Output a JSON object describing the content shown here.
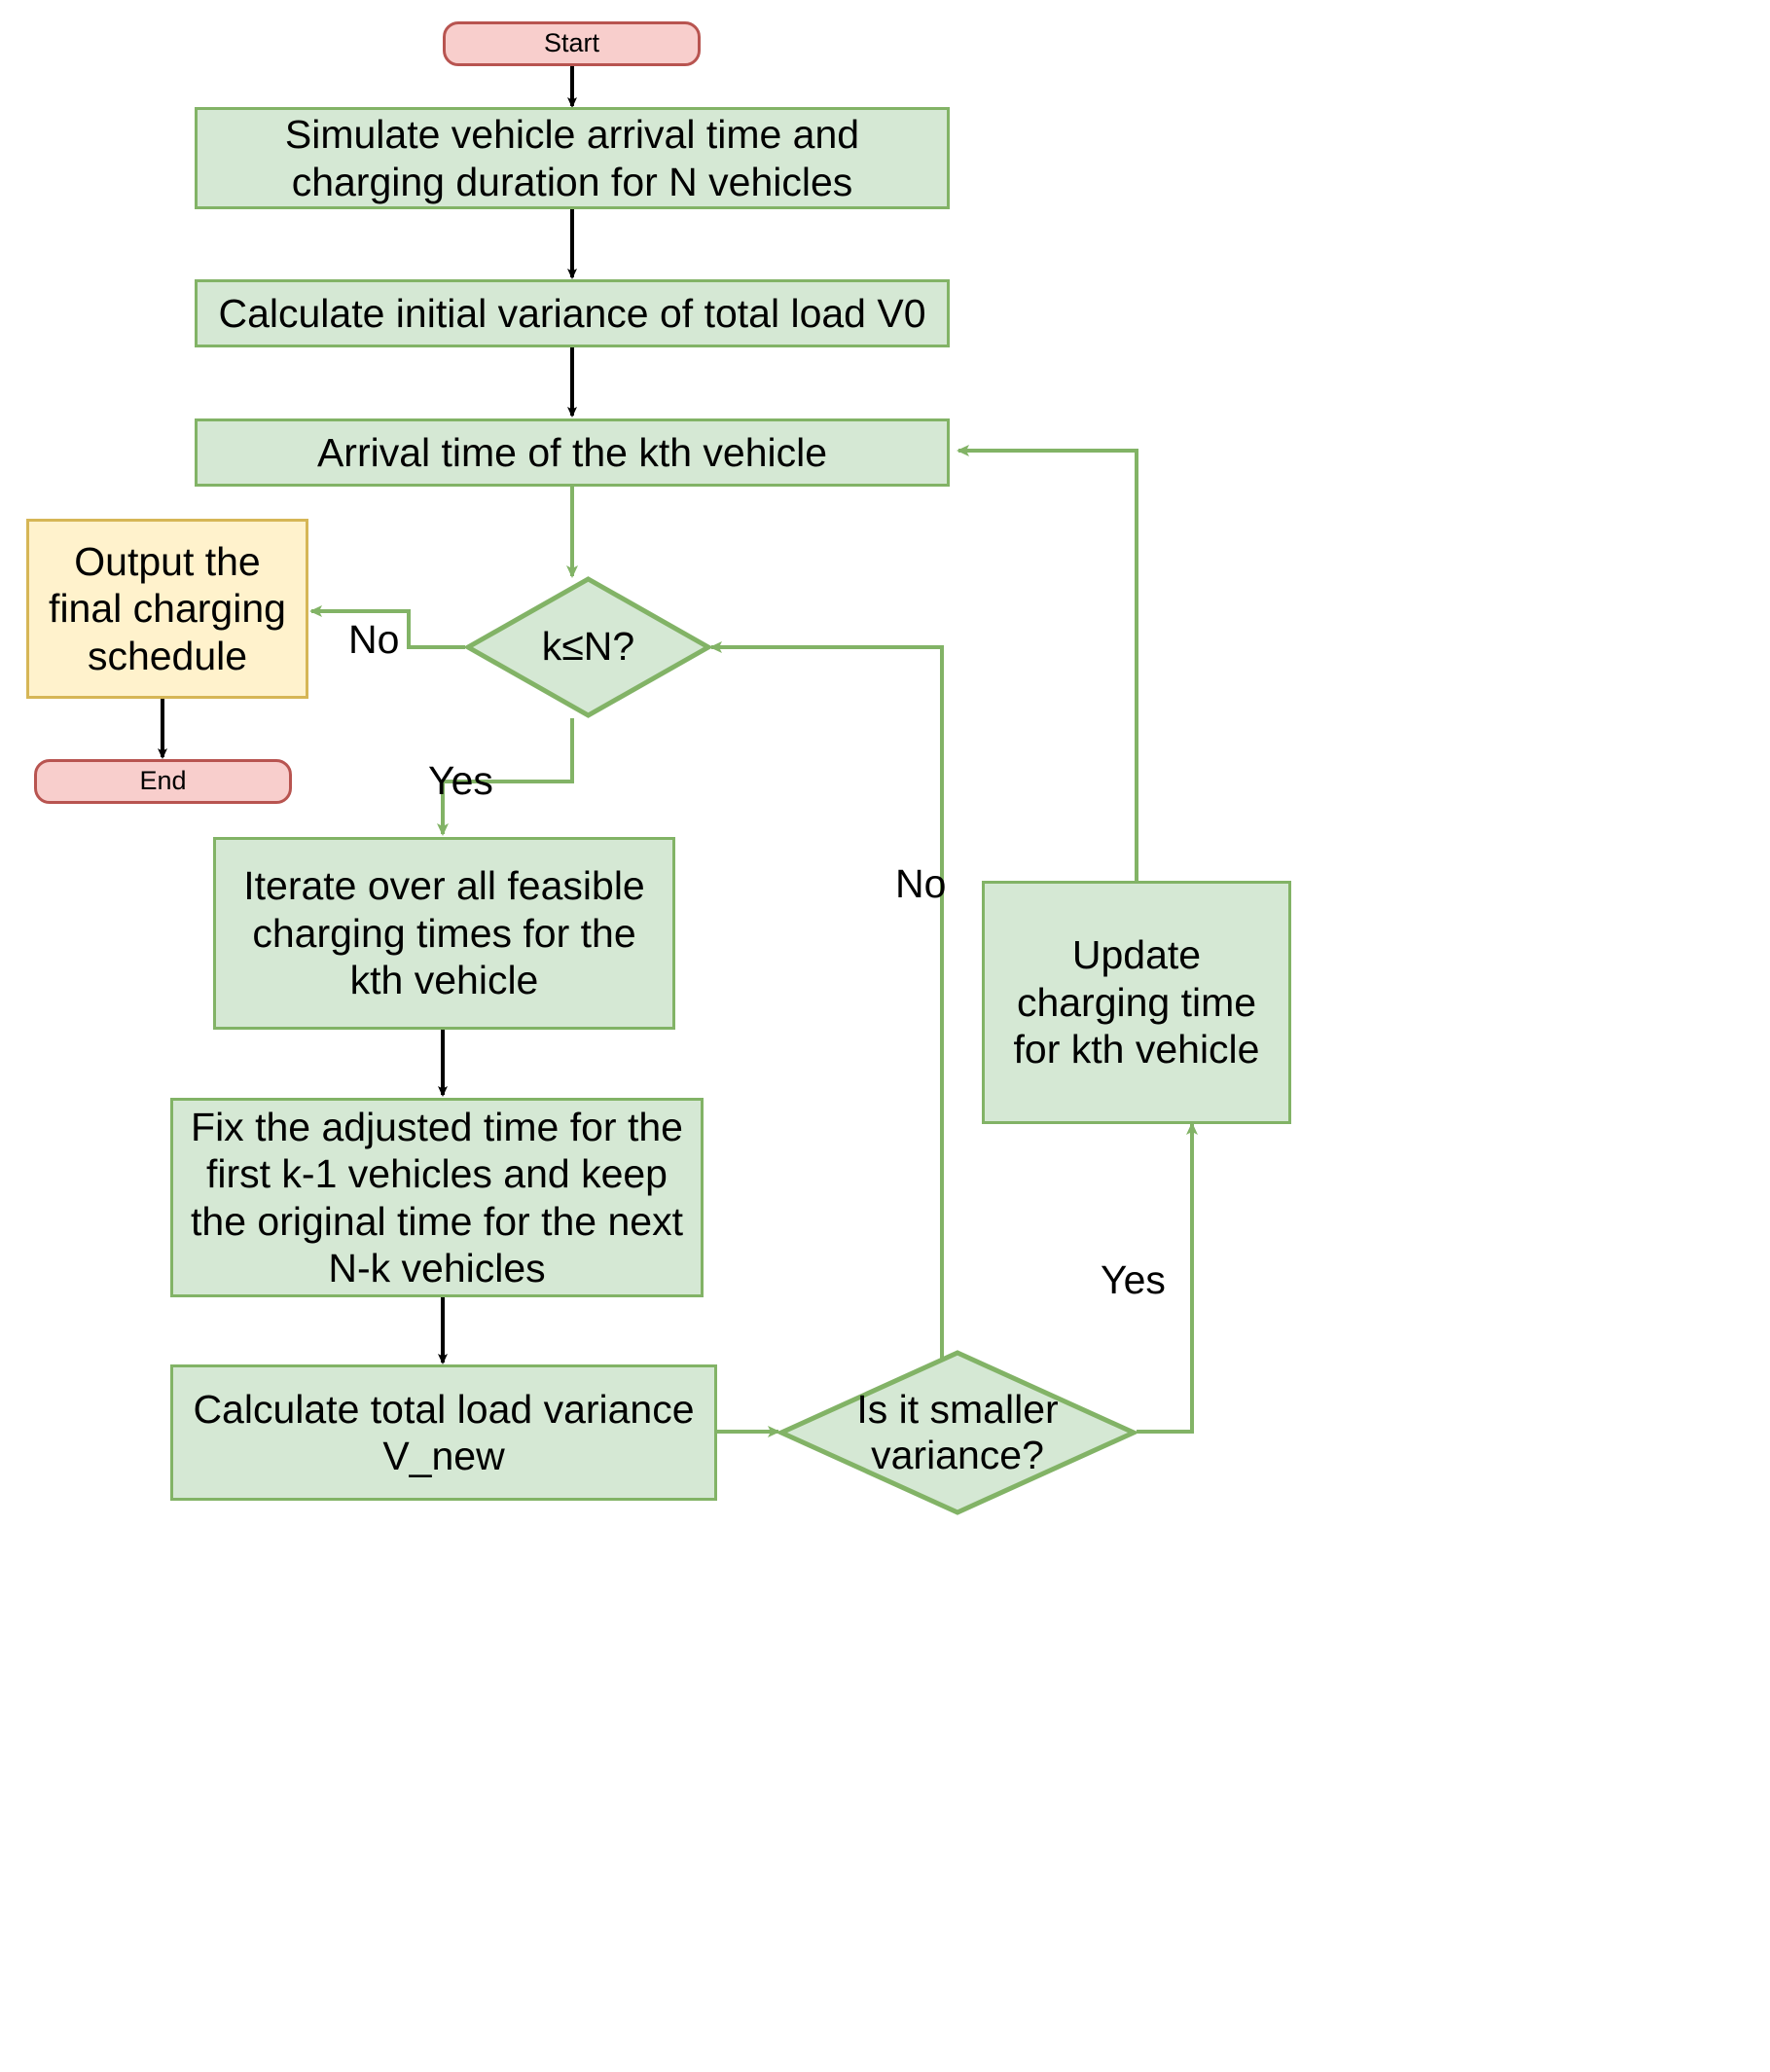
{
  "diagram": {
    "title": "EV charging schedule variance minimization flowchart",
    "colors": {
      "process_fill": "#d5e8d4",
      "process_stroke": "#82b366",
      "terminal_fill": "#f8cecc",
      "terminal_stroke": "#b85450",
      "io_fill": "#fff2cc",
      "io_stroke": "#d6b656",
      "black_edge": "#000000",
      "green_edge": "#82b366"
    },
    "nodes": {
      "start": "Start",
      "simulate": "Simulate vehicle arrival time and charging duration for N vehicles",
      "initial_variance": "Calculate initial variance of total load V0",
      "arrival_time": "Arrival time of the kth vehicle",
      "decision_k": "k≤N?",
      "output_schedule": "Output the final charging schedule",
      "end": "End",
      "iterate": "Iterate over all feasible charging times for the kth vehicle",
      "fix_adjusted": "Fix the adjusted time for the first k-1 vehicles and keep the original time for the next N-k vehicles",
      "calc_variance": "Calculate total load variance V_new",
      "decision_variance": "Is it smaller variance?",
      "update_time": "Update charging time for kth vehicle"
    },
    "edge_labels": {
      "k_no": "No",
      "k_yes": "Yes",
      "variance_no": "No",
      "variance_yes": "Yes"
    }
  }
}
